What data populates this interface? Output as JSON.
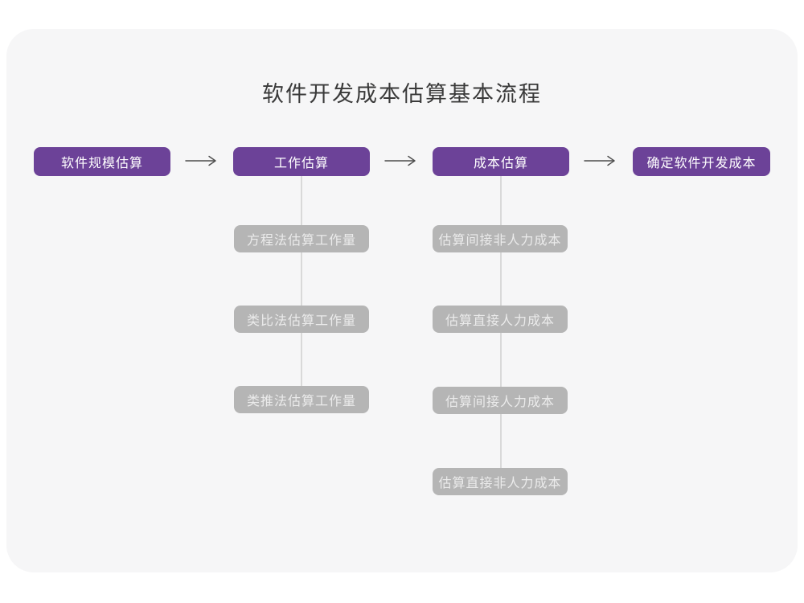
{
  "title": "软件开发成本估算基本流程",
  "flow_nodes": [
    "软件规模估算",
    "工作估算",
    "成本估算",
    "确定软件开发成本"
  ],
  "work_methods": [
    "方程法估算工作量",
    "类比法估算工作量",
    "类推法估算工作量"
  ],
  "cost_steps": [
    "估算间接非人力成本",
    "估算直接人力成本",
    "估算间接人力成本",
    "估算直接非人力成本"
  ],
  "colors": {
    "primary_node": "#6c4298",
    "secondary_node": "#b5b5b5",
    "primary_node_text": "#ffffff",
    "secondary_node_text": "#ebebeb",
    "connector_line": "#d9d9d9",
    "arrow": "#4d4d4d",
    "canvas_background": "#f6f6f7",
    "page_background": "#ffffff",
    "title_text": "#3a3a3a"
  }
}
